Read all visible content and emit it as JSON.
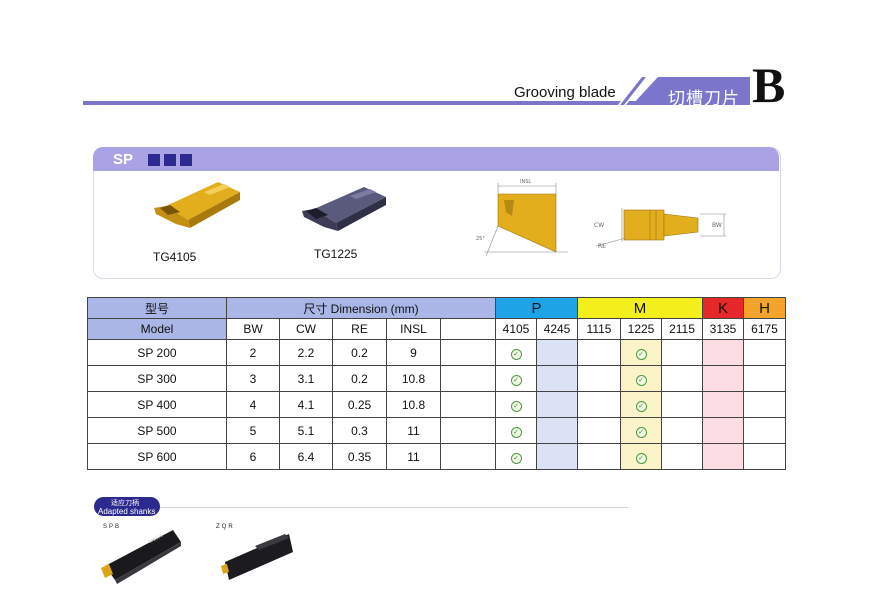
{
  "header": {
    "title_en": "Grooving blade",
    "title_zh": "切槽刀片",
    "section_letter": "B"
  },
  "product": {
    "series": "SP",
    "inserts": [
      {
        "grade": "TG4105",
        "color": "#d9a418"
      },
      {
        "grade": "TG1225",
        "color": "#4a4a6a"
      }
    ],
    "diagram_labels": {
      "insl": "INSL",
      "angle": "25°",
      "cw": "CW",
      "re": "RE",
      "bw": "BW"
    }
  },
  "table": {
    "header": {
      "model_zh": "型号",
      "model_en": "Model",
      "dimension": "尺寸 Dimension (mm)",
      "dim_cols": [
        "BW",
        "CW",
        "RE",
        "INSL",
        ""
      ],
      "groups": [
        {
          "label": "P",
          "grades": [
            "4105",
            "4245"
          ]
        },
        {
          "label": "M",
          "grades": [
            "1115",
            "1225",
            "2115"
          ]
        },
        {
          "label": "K",
          "grades": [
            "3135"
          ]
        },
        {
          "label": "H",
          "grades": [
            "6175"
          ]
        }
      ]
    },
    "rows": [
      {
        "model": "SP 200",
        "bw": "2",
        "cw": "2.2",
        "re": "0.2",
        "insl": "9"
      },
      {
        "model": "SP 300",
        "bw": "3",
        "cw": "3.1",
        "re": "0.2",
        "insl": "10.8"
      },
      {
        "model": "SP 400",
        "bw": "4",
        "cw": "4.1",
        "re": "0.25",
        "insl": "10.8"
      },
      {
        "model": "SP 500",
        "bw": "5",
        "cw": "5.1",
        "re": "0.3",
        "insl": "11"
      },
      {
        "model": "SP 600",
        "bw": "6",
        "cw": "6.4",
        "re": "0.35",
        "insl": "11"
      }
    ],
    "availability": {
      "grade_4105": true,
      "grade_1225": true
    },
    "colors": {
      "P": "#1ea3e6",
      "M": "#f2ef1a",
      "K": "#e62828",
      "H": "#f5a32a",
      "head": "#a9b6e6"
    }
  },
  "shanks": {
    "title_zh": "适应刀柄",
    "title_en": "Adapted shanks",
    "items": [
      {
        "code": "SPB",
        "marking": "SPB326"
      },
      {
        "code": "ZQR",
        "marking": ""
      }
    ]
  }
}
